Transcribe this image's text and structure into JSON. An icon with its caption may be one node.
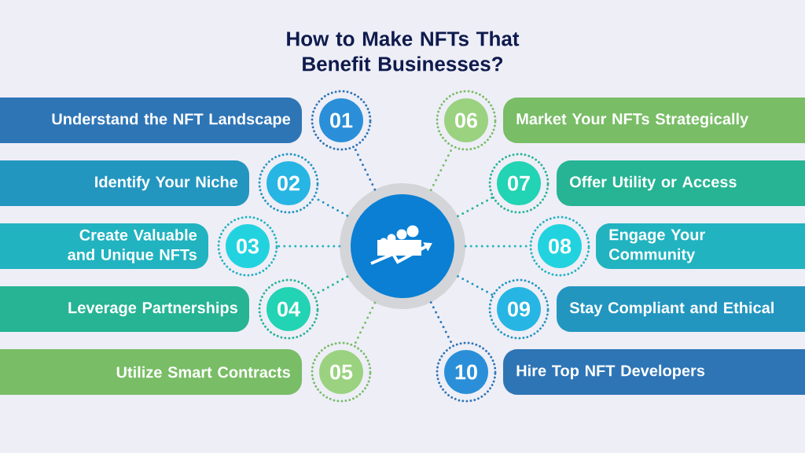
{
  "diagram": {
    "title": "How to Make NFTs That Benefit Businesses?",
    "nodes": [
      {
        "text": [],
        "shape": "picture"
      },
      {
        "text": [
          "Understand the NFT Landscape"
        ]
      },
      {
        "text": [
          "01"
        ]
      },
      {
        "text": [
          "Identify Your Niche"
        ]
      },
      {
        "text": [
          "02"
        ]
      },
      {
        "text": [
          "Create Valuable and Unique NFTs"
        ]
      },
      {
        "text": [
          "03"
        ]
      },
      {
        "text": [
          "Leverage Partnerships"
        ]
      },
      {
        "text": [
          "04"
        ]
      },
      {
        "text": [
          "Utilize Smart Contracts"
        ]
      },
      {
        "text": [
          "05"
        ]
      },
      {
        "text": [
          "Market Your NFTs Strategically"
        ]
      },
      {
        "text": [
          "06"
        ]
      },
      {
        "text": [
          "Offer Utility or Access"
        ]
      },
      {
        "text": [
          "07"
        ]
      },
      {
        "text": [
          "Engage Your Community"
        ]
      },
      {
        "text": [
          "08"
        ]
      },
      {
        "text": [
          "Stay Compliant and Ethical"
        ]
      },
      {
        "text": [
          "09"
        ]
      },
      {
        "text": [
          "Hire Top NFT Developers"
        ]
      },
      {
        "text": [
          "10"
        ]
      }
    ],
    "edges": [
      {
        "from": 0,
        "to": 2,
        "arrow": "none",
        "style": "dashed",
        "color": "#2e75b6"
      },
      {
        "from": 0,
        "to": 4,
        "arrow": "none",
        "style": "dashed",
        "color": "#2396c0"
      },
      {
        "from": 0,
        "to": 6,
        "arrow": "none",
        "style": "dashed",
        "color": "#21b3c0"
      },
      {
        "from": 0,
        "to": 8,
        "arrow": "none",
        "style": "dashed",
        "color": "#26b494"
      },
      {
        "from": 0,
        "to": 10,
        "arrow": "none",
        "style": "dashed",
        "color": "#79bd66"
      },
      {
        "from": 0,
        "to": 12,
        "arrow": "none",
        "style": "dashed",
        "color": "#79bd66"
      },
      {
        "from": 0,
        "to": 14,
        "arrow": "none",
        "style": "dashed",
        "color": "#26b494"
      },
      {
        "from": 0,
        "to": 16,
        "arrow": "none",
        "style": "dashed",
        "color": "#21b3c0"
      },
      {
        "from": 0,
        "to": 18,
        "arrow": "none",
        "style": "dashed",
        "color": "#2396c0"
      },
      {
        "from": 0,
        "to": 20,
        "arrow": "none",
        "style": "dashed",
        "color": "#2e75b6"
      }
    ]
  }
}
